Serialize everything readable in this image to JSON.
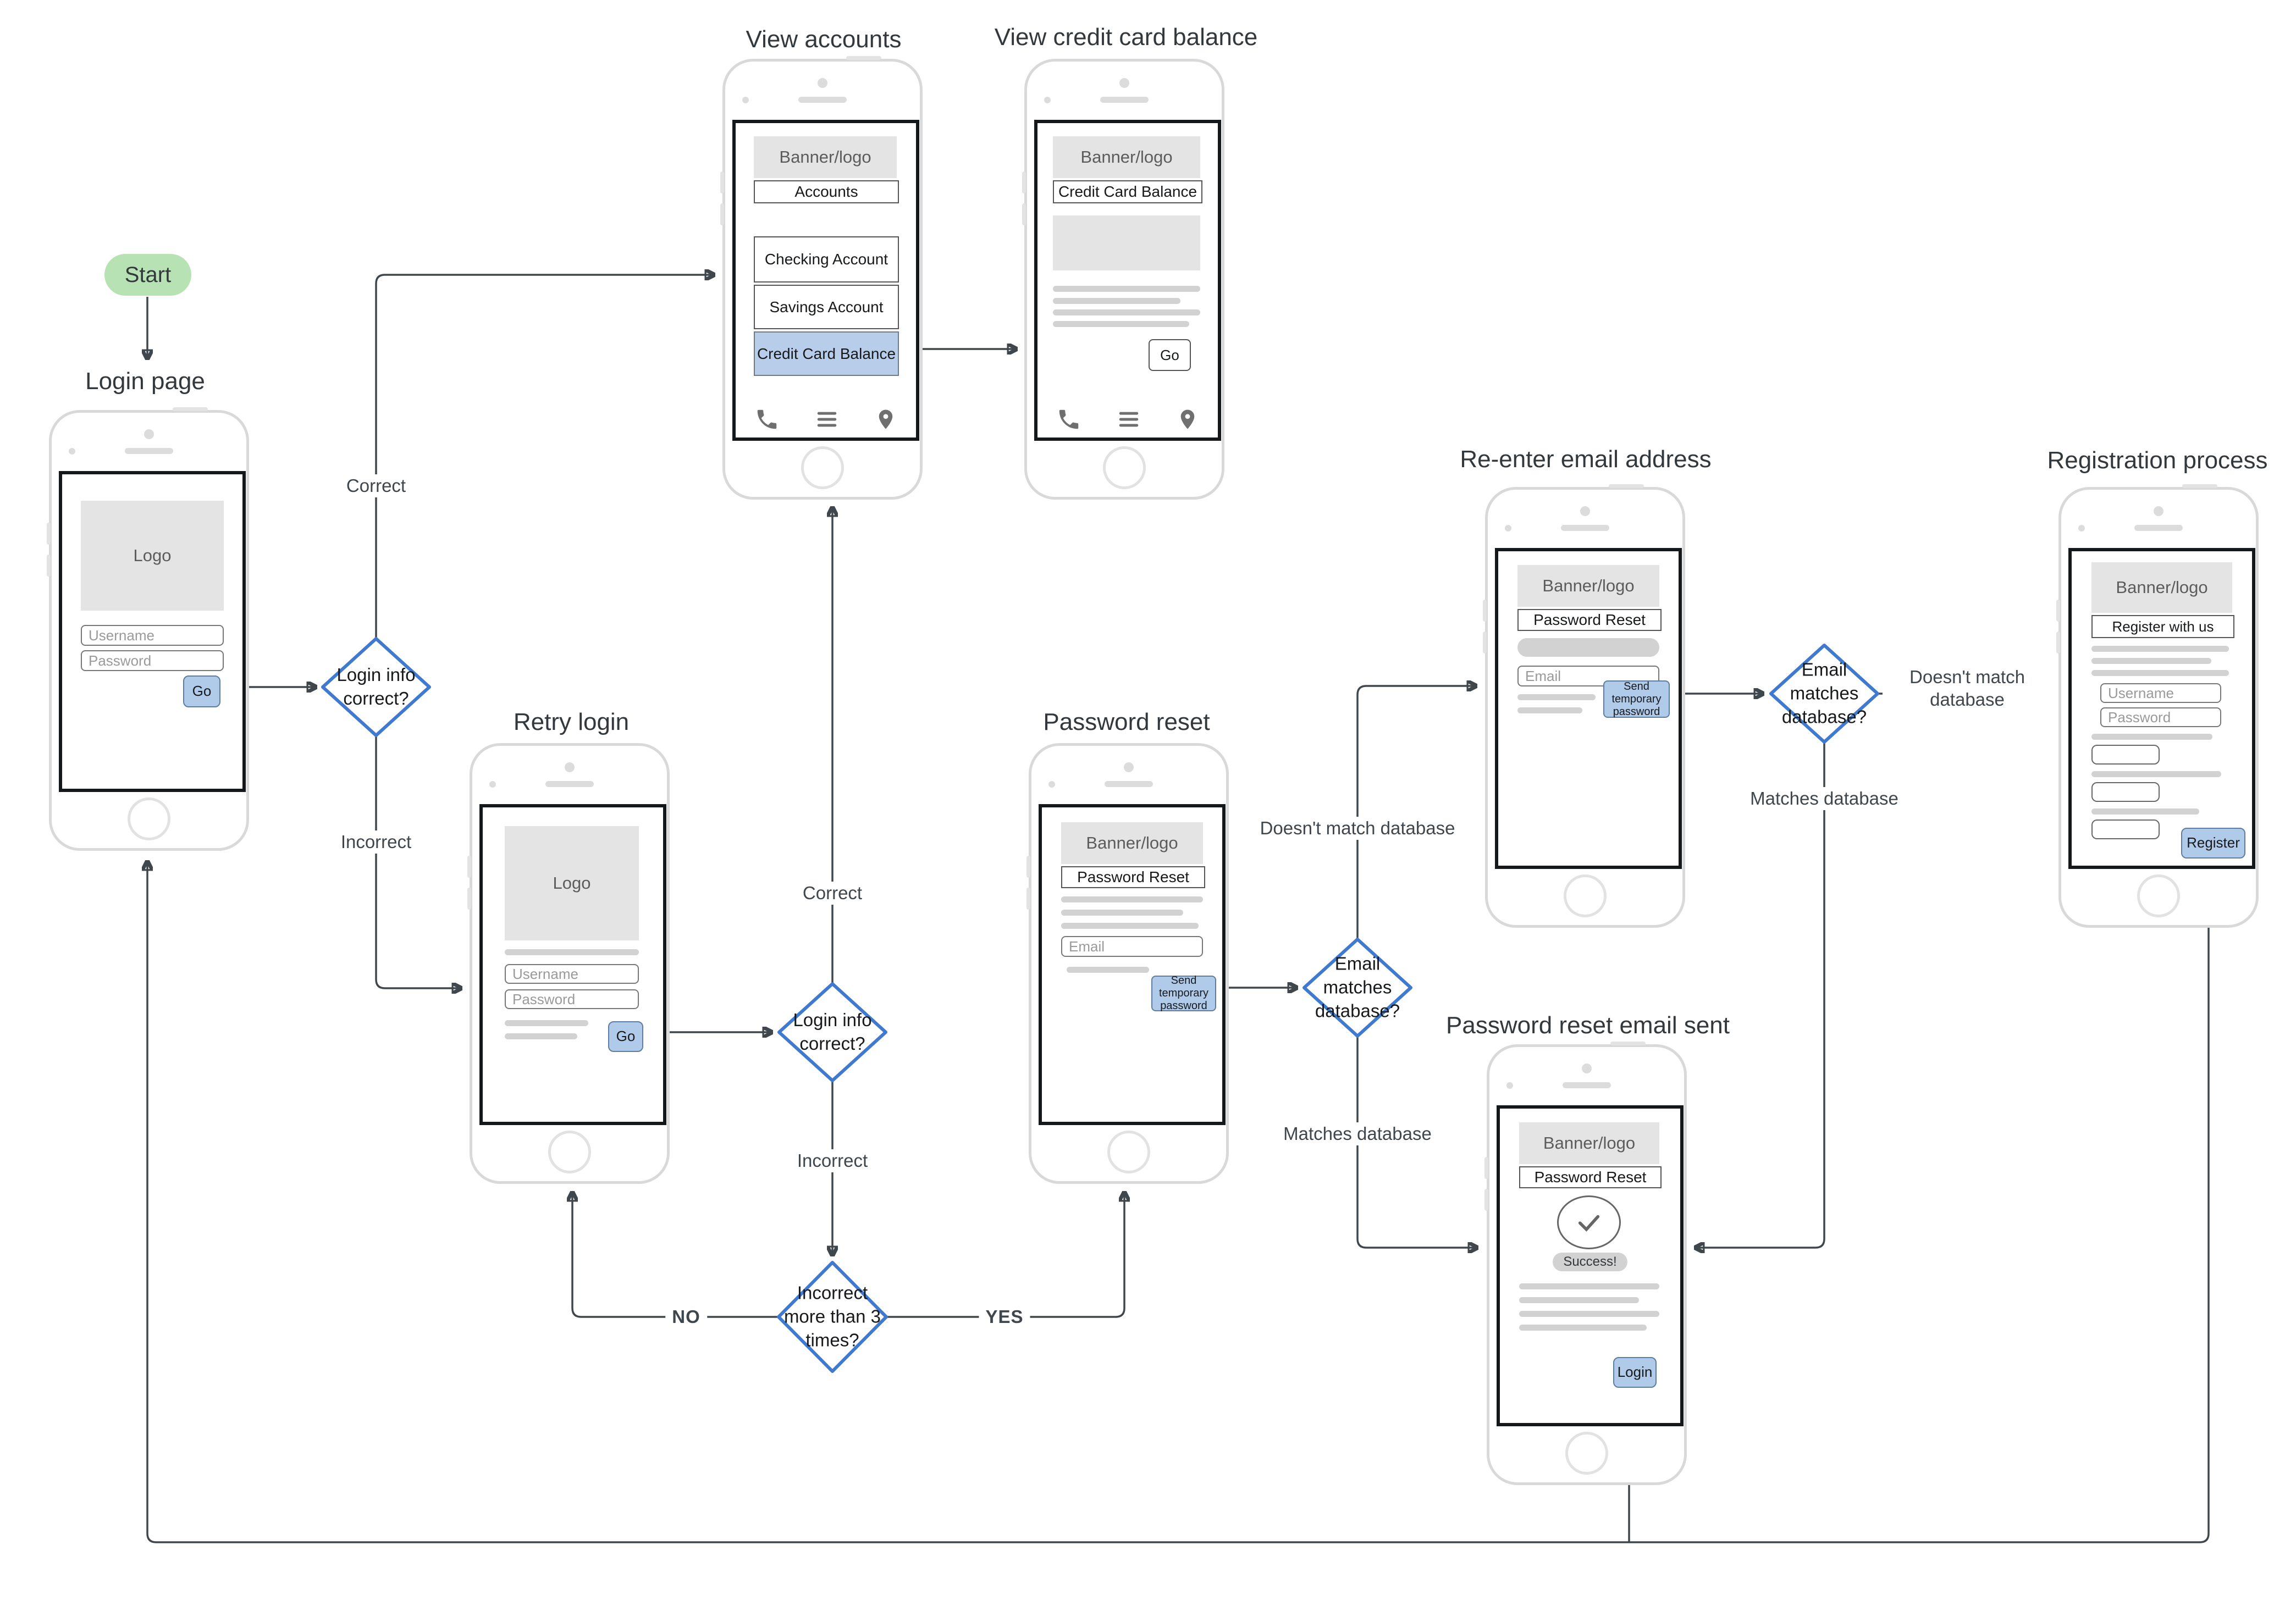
{
  "colors": {
    "accent_blue": "#b0cbea",
    "highlight_blue": "#b7cde9",
    "diamond_border": "#3f7ad0",
    "start_green": "#b7e2b4",
    "flow_line": "#3f464c"
  },
  "icons": {
    "nav_icons": [
      "phone-icon",
      "menu-icon",
      "location-icon"
    ],
    "success_icon": "check-icon"
  },
  "start": {
    "label": "Start"
  },
  "decisions": {
    "login_correct_1": "Login info correct?",
    "login_correct_2": "Login info correct?",
    "email_matches_1": "Email matches database?",
    "email_matches_2": "Email matches database?",
    "incorrect_3x": "Incorrect more than 3 times?"
  },
  "edge_labels": {
    "correct_1": "Correct",
    "incorrect_1": "Incorrect",
    "correct_2": "Correct",
    "incorrect_2": "Incorrect",
    "no": "NO",
    "yes": "YES",
    "doesnt_match_1": "Doesn't match database",
    "matches_1": "Matches database",
    "doesnt_match_2": "Doesn't match database",
    "matches_2": "Matches database"
  },
  "phones": {
    "login": {
      "title": "Login page",
      "logo": "Logo",
      "username_placeholder": "Username",
      "password_placeholder": "Password",
      "go_label": "Go"
    },
    "retry": {
      "title": "Retry login",
      "logo": "Logo",
      "username_placeholder": "Username",
      "password_placeholder": "Password",
      "go_label": "Go"
    },
    "accounts": {
      "title": "View accounts",
      "banner": "Banner/logo",
      "header": "Accounts",
      "items": [
        "Checking Account",
        "Savings Account",
        "Credit Card Balance"
      ]
    },
    "credit": {
      "title": "View credit card balance",
      "banner": "Banner/logo",
      "header": "Credit Card Balance",
      "go_label": "Go"
    },
    "reset": {
      "title": "Password reset",
      "banner": "Banner/logo",
      "header": "Password Reset",
      "email_placeholder": "Email",
      "send_label": "Send temporary password"
    },
    "reenter": {
      "title": "Re-enter email address",
      "banner": "Banner/logo",
      "header": "Password Reset",
      "email_placeholder": "Email",
      "send_label": "Send temporary password"
    },
    "sent": {
      "title": "Password reset email sent",
      "banner": "Banner/logo",
      "header": "Password Reset",
      "success": "Success!",
      "login_label": "Login"
    },
    "register": {
      "title": "Registration process",
      "banner": "Banner/logo",
      "header": "Register with us",
      "username_placeholder": "Username",
      "password_placeholder": "Password",
      "register_label": "Register"
    }
  }
}
